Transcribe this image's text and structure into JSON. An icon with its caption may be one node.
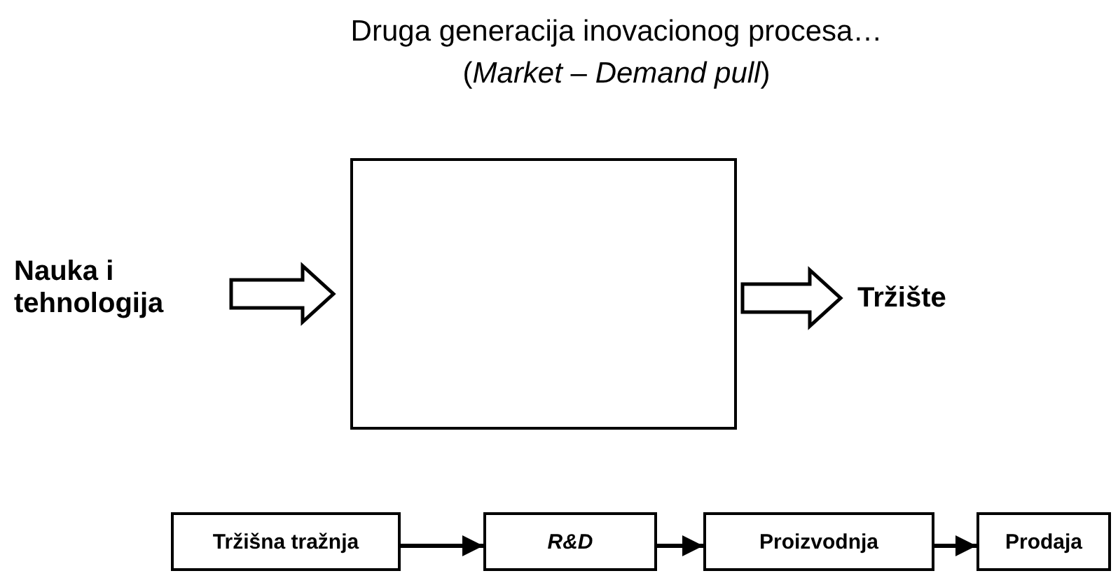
{
  "diagram": {
    "title": "Druga generacija inovacionog procesa… (*Market* – *Demand pull*)",
    "nodes": [
      {
        "text": [
          "Nauka i tehnologija"
        ]
      },
      {
        "text": [],
        "shape": "box"
      },
      {
        "text": [
          "Tržište"
        ]
      },
      {
        "text": [
          "Tržišna tražnja"
        ]
      },
      {
        "text": [
          "*R&D*"
        ]
      },
      {
        "text": [
          "Proizvodnja"
        ]
      },
      {
        "text": [
          "Prodaja"
        ]
      }
    ],
    "edges": [
      {
        "from": 0,
        "to": 1,
        "arrow": "to",
        "style": "thick"
      },
      {
        "from": 1,
        "to": 2,
        "arrow": "to",
        "style": "thick"
      },
      {
        "from": 3,
        "to": 4,
        "arrow": "to"
      },
      {
        "from": 4,
        "to": 5,
        "arrow": "to"
      },
      {
        "from": 5,
        "to": 6,
        "arrow": "to"
      }
    ]
  }
}
